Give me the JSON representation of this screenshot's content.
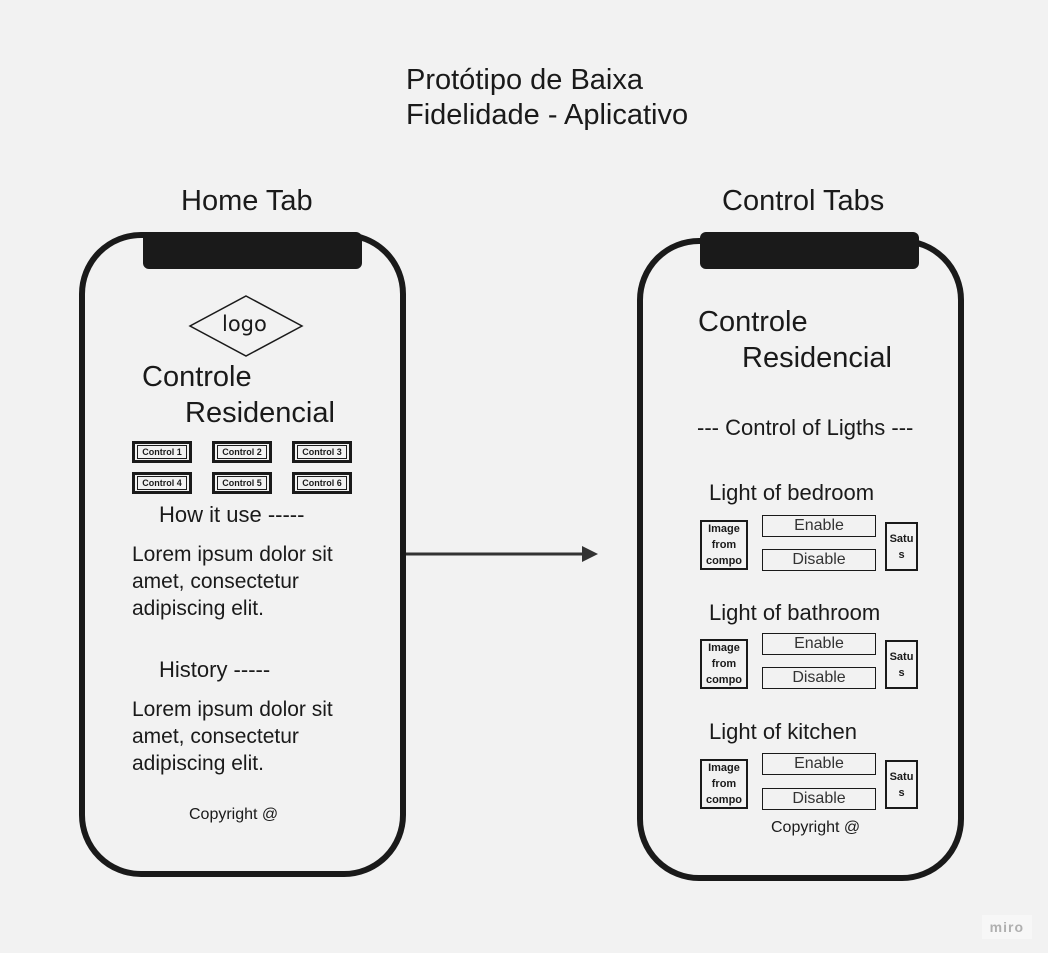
{
  "title": {
    "line1": "Protótipo de Baixa",
    "line2": "Fidelidade - Aplicativo"
  },
  "home": {
    "section_title": "Home Tab",
    "logo": "logo",
    "app_name": {
      "line1": "Controle",
      "line2": "Residencial"
    },
    "controls": [
      "Control  1",
      "Control 2",
      "Control 3",
      "Control 4",
      "Control 5",
      "Control 6"
    ],
    "how_heading": "How it use  -----",
    "how_text": "Lorem ipsum dolor sit amet, consectetur adipiscing elit.",
    "history_heading": "History  -----",
    "history_text": "Lorem ipsum dolor sit amet, consectetur adipiscing elit.",
    "copyright": "Copyright @"
  },
  "control": {
    "section_title": "Control Tabs",
    "app_name": {
      "line1": "Controle",
      "line2": "Residencial"
    },
    "lights_heading": "---  Control of Ligths ---",
    "lights": [
      {
        "name": "Light of bedroom",
        "image": "Image from compo",
        "enable": "Enable",
        "disable": "Disable",
        "status": "Satus"
      },
      {
        "name": "Light of bathroom",
        "image": "Image from compo",
        "enable": "Enable",
        "disable": "Disable",
        "status": "Satus"
      },
      {
        "name": "Light of kitchen",
        "image": "Image from compo",
        "enable": "Enable",
        "disable": "Disable",
        "status": "Satus"
      }
    ],
    "copyright": "Copyright @"
  },
  "watermark": "miro"
}
